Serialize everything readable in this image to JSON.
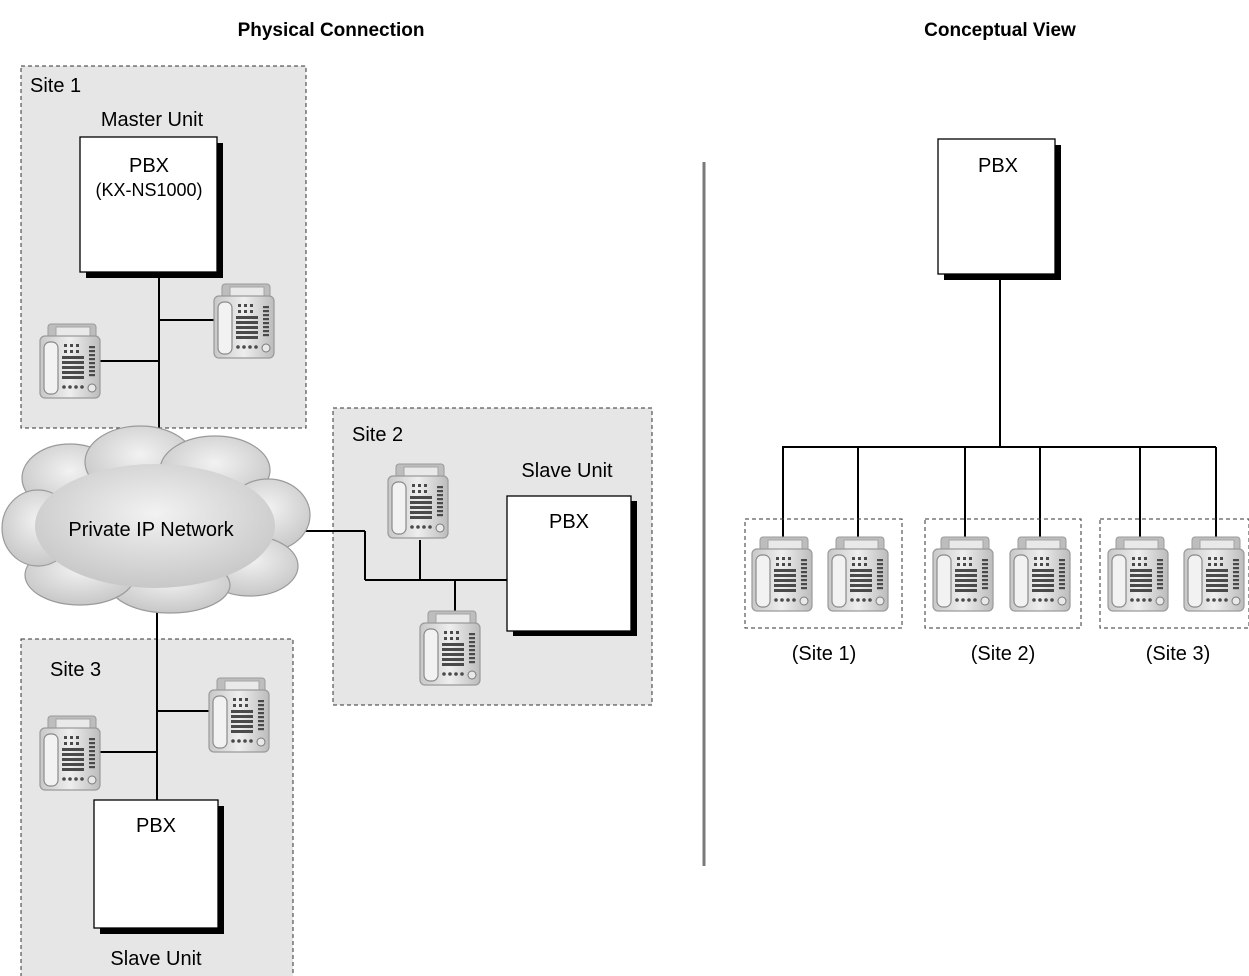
{
  "physical": {
    "title": "Physical Connection",
    "site1": {
      "label": "Site 1",
      "unit_label": "Master Unit",
      "pbx_label": "PBX",
      "pbx_model": "(KX-NS1000)"
    },
    "network_label": "Private IP Network",
    "site2": {
      "label": "Site 2",
      "unit_label": "Slave Unit",
      "pbx_label": "PBX"
    },
    "site3": {
      "label": "Site 3",
      "unit_label": "Slave Unit",
      "pbx_label": "PBX"
    }
  },
  "conceptual": {
    "title": "Conceptual View",
    "pbx_label": "PBX",
    "groups": [
      {
        "label": "(Site 1)"
      },
      {
        "label": "(Site 2)"
      },
      {
        "label": "(Site 3)"
      }
    ]
  },
  "colors": {
    "site_fill": "#e6e6e6",
    "line": "#000000",
    "shadow": "#000000",
    "divider": "#7a7a7a",
    "cloud": "#d6d6d6",
    "phone_body": "#d9d9d9"
  },
  "icons": {
    "phone": "telephone-icon",
    "cloud": "cloud-icon"
  }
}
